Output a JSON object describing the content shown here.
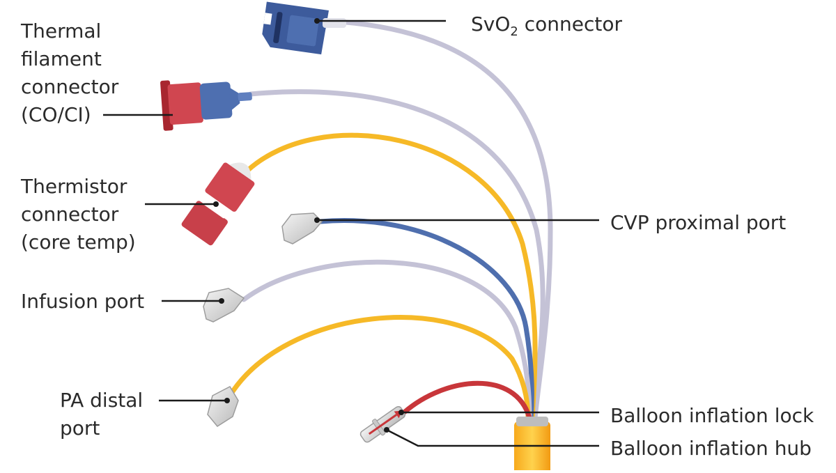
{
  "labels": {
    "thermal_filament": [
      "Thermal",
      "filament",
      "connector",
      "(CO/CI)"
    ],
    "thermistor": [
      "Thermistor",
      "connector",
      "(core temp)"
    ],
    "infusion": "Infusion port",
    "pa_distal": [
      "PA distal",
      "port"
    ],
    "svo2": {
      "main": "SvO",
      "sub": "2",
      "rest": " connector"
    },
    "cvp": "CVP proximal port",
    "balloon_lock": "Balloon inflation lock",
    "balloon_hub": "Balloon inflation hub"
  },
  "colors": {
    "grey_tube": "#c4c2d6",
    "yellow_tube": "#f6b927",
    "blue_tube": "#4f6fae",
    "red_tube": "#c8363a",
    "connector_blue": "#3d5b9c",
    "connector_red": "#c8404a",
    "hub_white": "#dcdcdc",
    "catheter_body": "#f6b927",
    "leader_line": "#1a1a1a"
  }
}
